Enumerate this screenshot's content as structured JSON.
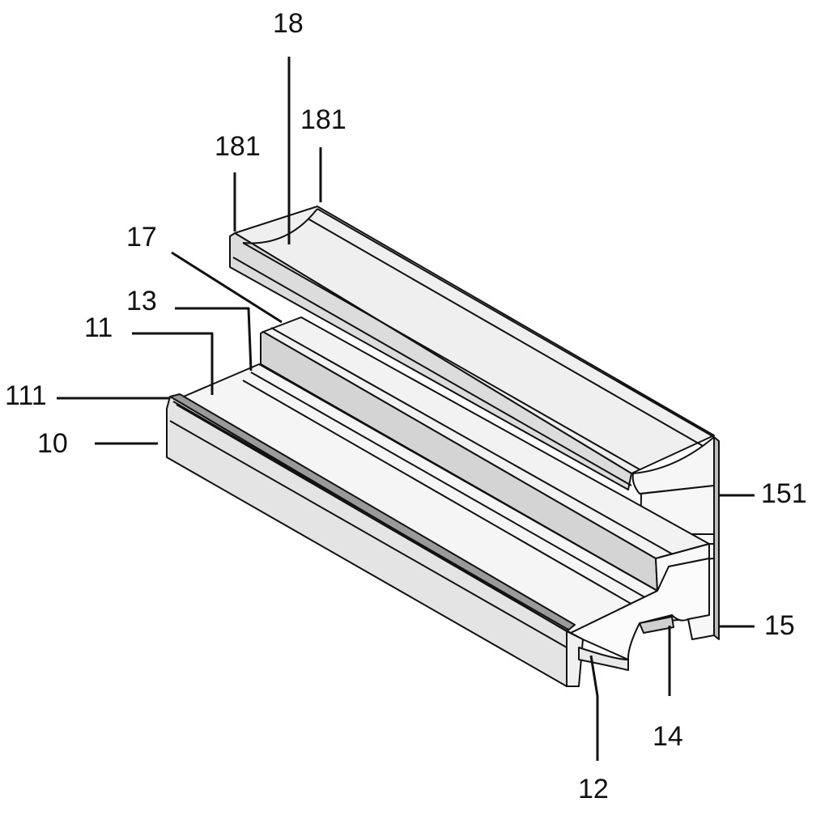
{
  "figure": {
    "labels": {
      "l18": "18",
      "l181a": "181",
      "l181b": "181",
      "l17": "17",
      "l13": "13",
      "l11": "11",
      "l111": "111",
      "l10": "10",
      "l151": "151",
      "l15": "15",
      "l14": "14",
      "l12": "12"
    },
    "colors": {
      "stroke": "#111111",
      "face_light": "#f4f4f4",
      "face_mid": "#e2e2e2",
      "face_dark": "#c8c8c8"
    }
  }
}
